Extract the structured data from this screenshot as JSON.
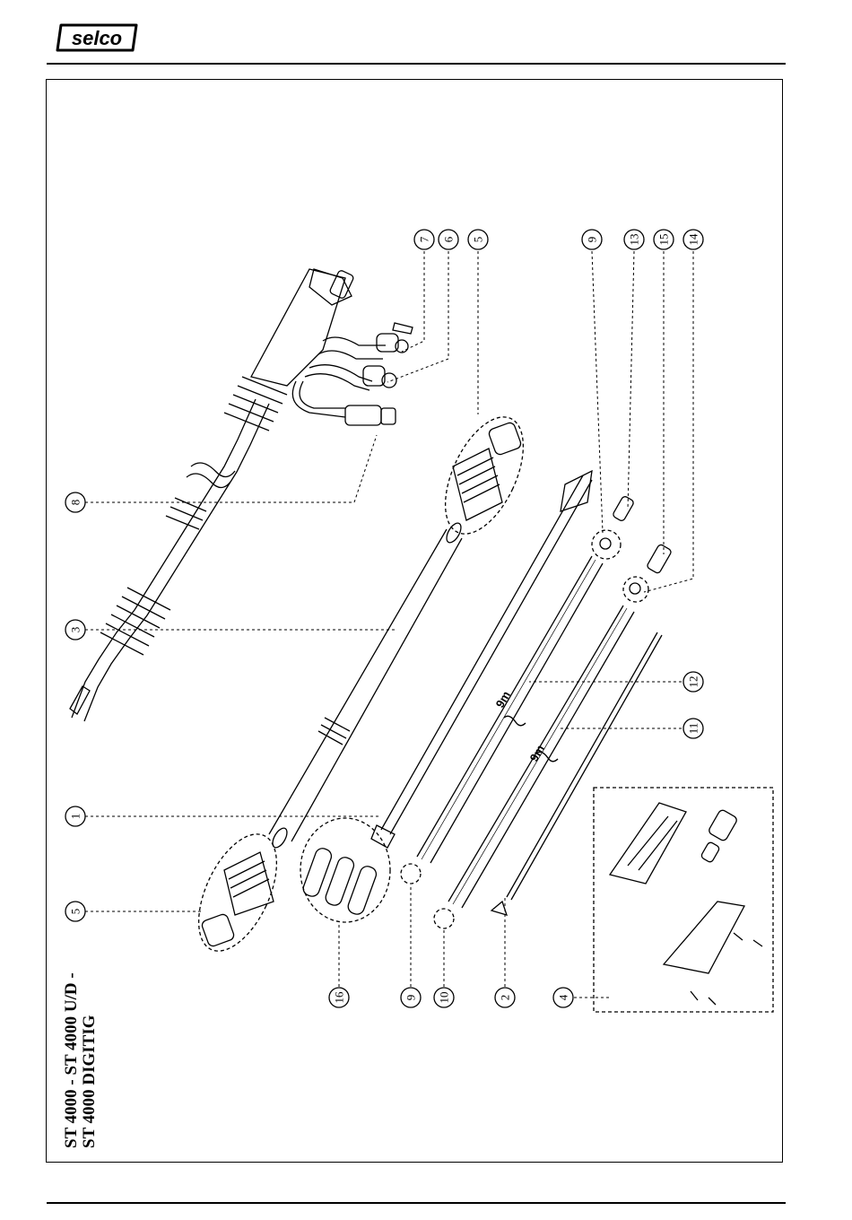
{
  "header": {
    "logo_text": "selco"
  },
  "title": {
    "line1": "ST 4000  - ST 4000 U/D -",
    "line2": "ST 4000 DIGITIG"
  },
  "length_labels": [
    "9m",
    "9m"
  ],
  "callouts": [
    "7",
    "6",
    "5",
    "9",
    "13",
    "15",
    "14",
    "8",
    "3",
    "12",
    "11",
    "1",
    "5",
    "16",
    "9",
    "10",
    "2",
    "4"
  ]
}
